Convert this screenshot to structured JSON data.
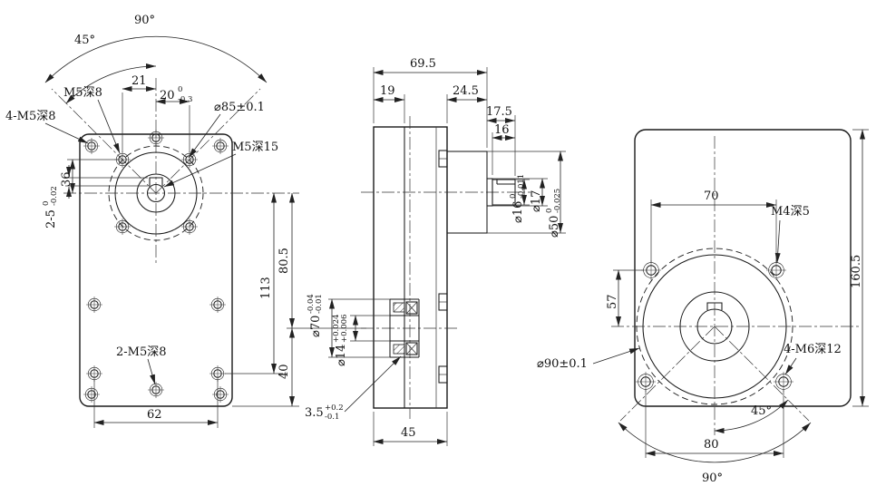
{
  "colors": {
    "ink": "#1a1a1a",
    "background": "#ffffff"
  },
  "drawing": {
    "front": {
      "angle_90": "90°",
      "angle_45": "45°",
      "dim_21": "21",
      "dim_20": "20",
      "dim_20_hi": "0",
      "dim_20_lo": "-0.3",
      "note_m5_8": "M5深8",
      "note_4m5_8": "4-M5深8",
      "dim_36": "36",
      "dim_key": "2-5",
      "dim_key_hi": "0",
      "dim_key_lo": "-0.02",
      "note_d85": "⌀85±0.1",
      "note_m5_15": "M5深15",
      "dim_113": "113",
      "dim_80_5": "80.5",
      "dim_40": "40",
      "note_2m5_8": "2-M5深8",
      "dim_62": "62"
    },
    "side": {
      "dim_69_5": "69.5",
      "dim_19": "19",
      "dim_24_5": "24.5",
      "dim_17_5": "17.5",
      "dim_16": "16",
      "dia_16": "⌀16",
      "dia_16_hi": "0",
      "dia_16_lo": "-0.011",
      "dia_17": "⌀17",
      "dia_50": "⌀50",
      "dia_50_hi": "0",
      "dia_50_lo": "-0.025",
      "dia_70": "⌀70",
      "dia_70_hi": "-0.04",
      "dia_70_lo": "-0.01",
      "dia_14": "⌀14",
      "dia_14_hi": "+0.024",
      "dia_14_lo": "+0.006",
      "dim_3_5": "3.5",
      "dim_3_5_hi": "+0.2",
      "dim_3_5_lo": "-0.1",
      "dim_45": "45"
    },
    "back": {
      "dim_70": "70",
      "note_m4_5": "M4深5",
      "dim_160_5": "160.5",
      "dim_57": "57",
      "note_d90": "⌀90±0.1",
      "note_4m6_12": "4-M6深12",
      "angle_45": "45°",
      "dim_80": "80",
      "angle_90": "90°"
    }
  }
}
